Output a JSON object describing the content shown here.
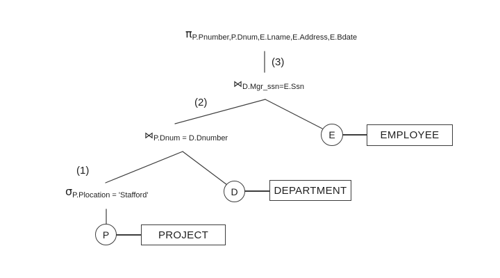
{
  "operators": {
    "projection": {
      "symbol": "π",
      "attributes": "P.Pnumber,P.Dnum,E.Lname,E.Address,E.Bdate"
    },
    "join_top": {
      "symbol": "⋈",
      "condition": "D.Mgr_ssn=E.Ssn"
    },
    "join_mid": {
      "symbol": "⋈",
      "condition": "P.Dnum = D.Dnumber"
    },
    "selection": {
      "symbol": "σ",
      "condition": "P.Plocation = 'Stafford'"
    }
  },
  "steps": {
    "step1": "(1)",
    "step2": "(2)",
    "step3": "(3)"
  },
  "relations": {
    "employee": {
      "alias": "E",
      "name": "EMPLOYEE"
    },
    "department": {
      "alias": "D",
      "name": "DEPARTMENT"
    },
    "project": {
      "alias": "P",
      "name": "PROJECT"
    }
  },
  "colors": {
    "background": "#ffffff",
    "line": "#3c3c3c",
    "text": "#1f1f1f"
  }
}
